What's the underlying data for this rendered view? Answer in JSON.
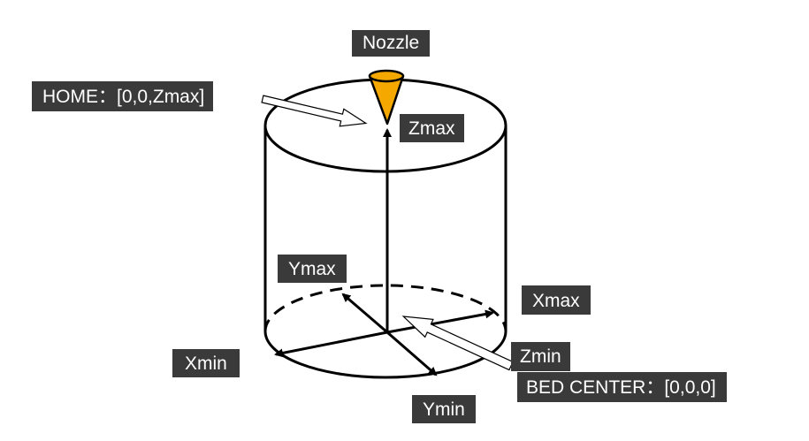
{
  "labels": {
    "nozzle": "Nozzle",
    "home": "HOME：[0,0,Zmax]",
    "zmax": "Zmax",
    "ymax": "Ymax",
    "xmax": "Xmax",
    "xmin": "Xmin",
    "zmin": "Zmin",
    "bed_center": "BED CENTER：[0,0,0]",
    "ymin": "Ymin"
  },
  "colors": {
    "label_bg": "#3a3a3a",
    "label_text": "#ffffff",
    "nozzle_fill": "#f5a800",
    "stroke": "#000000"
  },
  "icons": {
    "nozzle": "nozzle-cone-icon",
    "pointer": "hollow-arrow-icon"
  }
}
